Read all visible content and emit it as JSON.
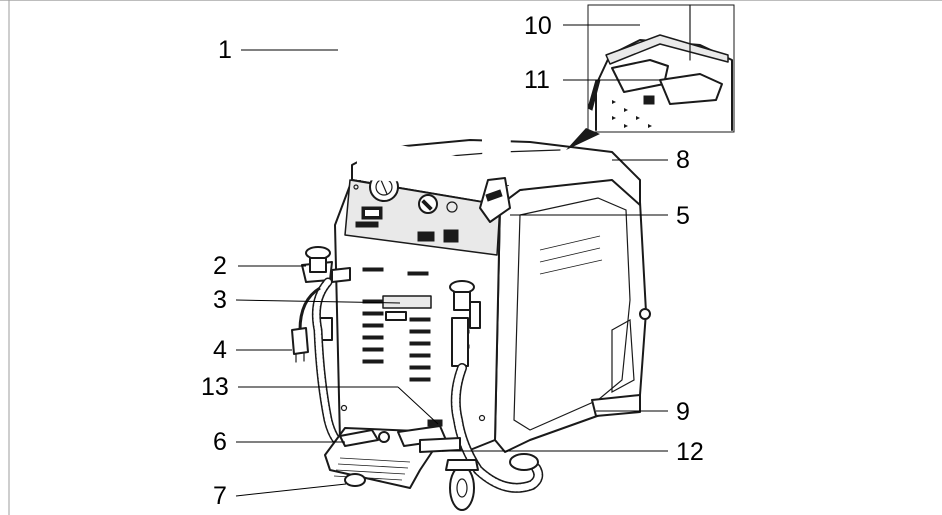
{
  "callouts": [
    {
      "id": "1",
      "text": "1"
    },
    {
      "id": "2",
      "text": "2"
    },
    {
      "id": "3",
      "text": "3"
    },
    {
      "id": "4",
      "text": "4"
    },
    {
      "id": "5",
      "text": "5"
    },
    {
      "id": "6",
      "text": "6"
    },
    {
      "id": "7",
      "text": "7"
    },
    {
      "id": "8",
      "text": "8"
    },
    {
      "id": "9",
      "text": "9"
    },
    {
      "id": "10",
      "text": "10"
    },
    {
      "id": "11",
      "text": "11"
    },
    {
      "id": "12",
      "text": "12"
    },
    {
      "id": "13",
      "text": "13"
    }
  ]
}
